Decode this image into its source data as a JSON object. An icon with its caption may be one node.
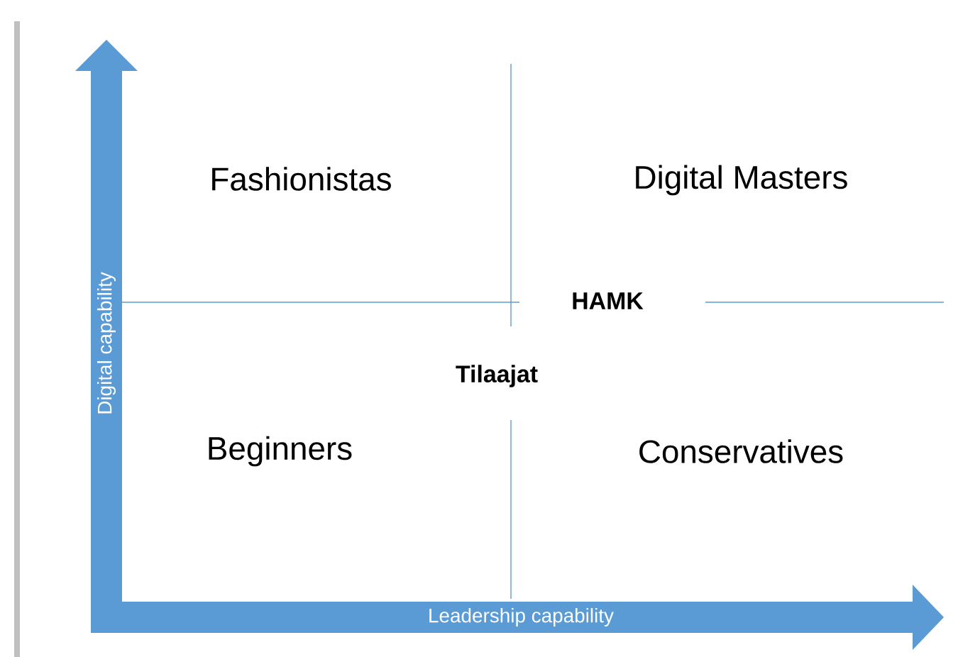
{
  "diagram": {
    "labels": [
      "Fashionistas",
      "Digital Masters",
      "HAMK",
      "Tilaajat",
      "Beginners",
      "Conservatives",
      "Digital capability",
      "Leadership capability"
    ]
  }
}
